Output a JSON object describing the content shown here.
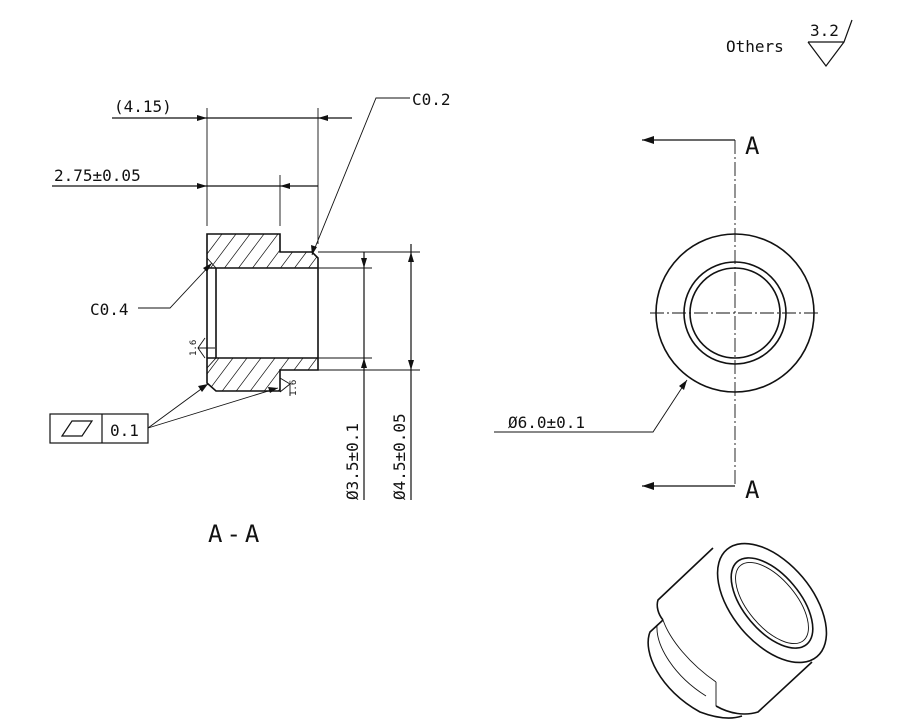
{
  "roughness": {
    "note_label": "Others",
    "value": "3.2"
  },
  "section_view": {
    "label": "A-A",
    "dims": {
      "overall_length": "(4.15)",
      "step_length": "2.75±0.05",
      "chamfer_outer": "C0.2",
      "chamfer_inner": "C0.4",
      "bore_dia": "Ø3.5±0.1",
      "step_dia": "Ø4.5±0.05",
      "surface_finish_small": "1.6",
      "surface_finish_small_2": "1.6"
    },
    "tolerance_frame": {
      "symbol": "flatness",
      "value": "0.1"
    }
  },
  "end_view": {
    "cut_label_top": "A",
    "cut_label_bottom": "A",
    "outer_dia": "Ø6.0±0.1"
  }
}
